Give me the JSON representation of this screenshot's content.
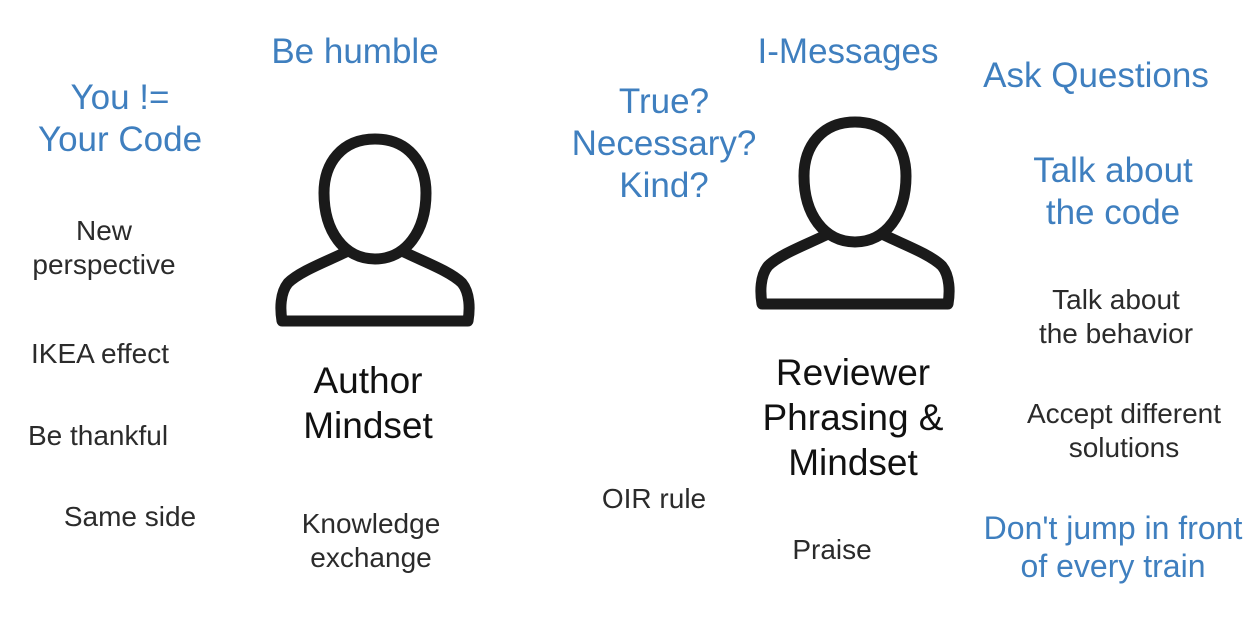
{
  "author": {
    "label": [
      "Author",
      "Mindset"
    ],
    "principles": {
      "you_not_your_code": [
        "You !=",
        "Your Code"
      ],
      "be_humble": "Be humble"
    },
    "points": {
      "new_perspective": [
        "New",
        "perspective"
      ],
      "ikea_effect": "IKEA effect",
      "be_thankful": "Be thankful",
      "same_side": "Same side",
      "knowledge_exchange": [
        "Knowledge",
        "exchange"
      ]
    },
    "icon": "person-outline-icon"
  },
  "reviewer": {
    "label": [
      "Reviewer",
      "Phrasing &",
      "Mindset"
    ],
    "principles": {
      "i_messages": "I-Messages",
      "ask_questions": "Ask Questions",
      "true_necessary_kind": [
        "True?",
        "Necessary?",
        "Kind?"
      ],
      "talk_about_code": [
        "Talk about",
        "the code"
      ],
      "dont_jump": [
        "Don't jump in front",
        "of every train"
      ]
    },
    "points": {
      "talk_about_behavior": [
        "Talk about",
        "the behavior"
      ],
      "accept_solutions": [
        "Accept different",
        "solutions"
      ],
      "oir_rule": "OIR rule",
      "praise": "Praise"
    },
    "icon": "person-outline-icon"
  },
  "colors": {
    "accent": "#3f7fbf",
    "text": "#2b2b2b",
    "icon": "#1a1a1a"
  }
}
